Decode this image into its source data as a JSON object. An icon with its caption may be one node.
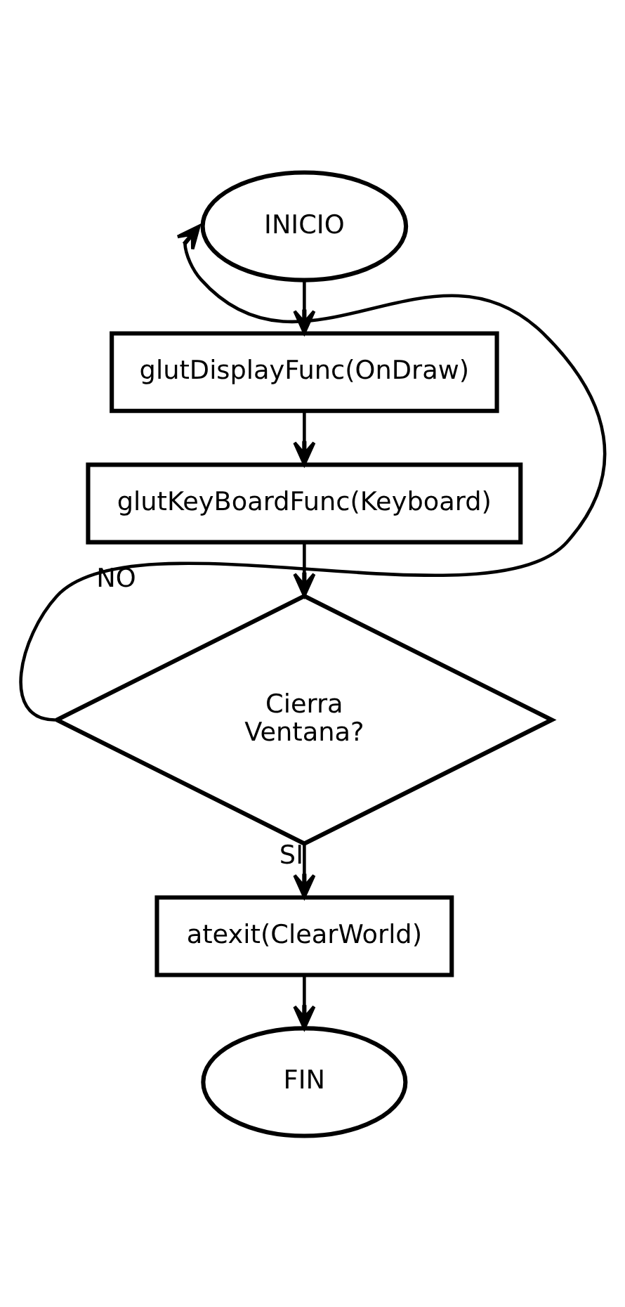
{
  "diagram": {
    "nodes": [
      {
        "text": [
          "INICIO"
        ]
      },
      {
        "text": [
          "glutDisplayFunc(OnDraw)"
        ]
      },
      {
        "text": [
          "glutKeyBoardFunc(Keyboard)"
        ]
      },
      {
        "text": [
          "Cierra Ventana?"
        ]
      },
      {
        "text": [
          "atexit(ClearWorld)"
        ]
      },
      {
        "text": [
          "FIN"
        ]
      }
    ],
    "edges": [
      {
        "from": 0,
        "to": 1,
        "arrow": "to"
      },
      {
        "from": 1,
        "to": 2,
        "arrow": "to"
      },
      {
        "from": 2,
        "to": 3,
        "arrow": "to"
      },
      {
        "from": 3,
        "to": 0,
        "arrow": "to",
        "label": "NO"
      },
      {
        "from": 3,
        "to": 4,
        "arrow": "to",
        "label": "SI"
      },
      {
        "from": 4,
        "to": 5,
        "arrow": "to"
      }
    ]
  }
}
